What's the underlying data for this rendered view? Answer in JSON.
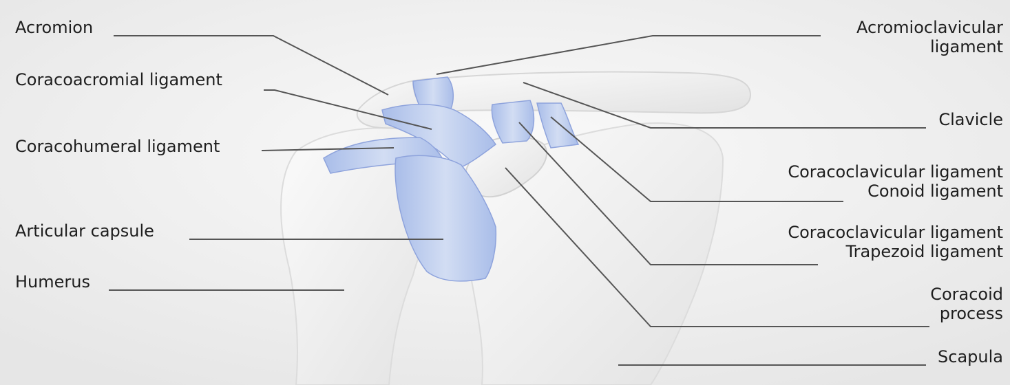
{
  "diagram": {
    "colors": {
      "background": "#eeeeee",
      "bone": "#f2f2f2",
      "bone_shadow": "#d9d9d9",
      "ligament": "#b9c9ec",
      "ligament_dark": "#7f97da",
      "leader_line": "#555555",
      "text": "#1e1e1e"
    },
    "labels": {
      "acromion": "Acromion",
      "coracoacromial": "Coracoacromial ligament",
      "coracohumeral": "Coracohumeral ligament",
      "articular_capsule": "Articular capsule",
      "humerus": "Humerus",
      "acromioclavicular_1": "Acromioclavicular",
      "acromioclavicular_2": "ligament",
      "clavicle": "Clavicle",
      "conoid_1": "Coracoclavicular ligament",
      "conoid_2": "Conoid ligament",
      "trapezoid_1": "Coracoclavicular ligament",
      "trapezoid_2": "Trapezoid ligament",
      "coracoid_1": "Coracoid",
      "coracoid_2": "process",
      "scapula": "Scapula"
    }
  }
}
